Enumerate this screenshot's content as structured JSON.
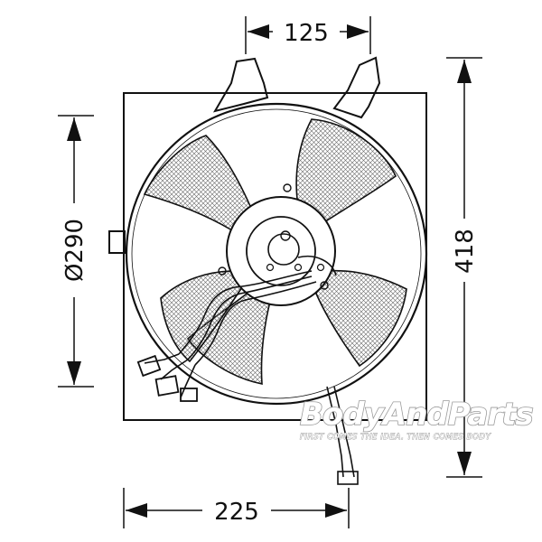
{
  "dimensions": {
    "top_width": "125",
    "diameter": "Ø290",
    "height": "418",
    "bottom_width": "225"
  },
  "watermark": {
    "brand": "BodyAndParts",
    "tagline": "FIRST COMES THE IDEA. THEN COMES BODY"
  }
}
